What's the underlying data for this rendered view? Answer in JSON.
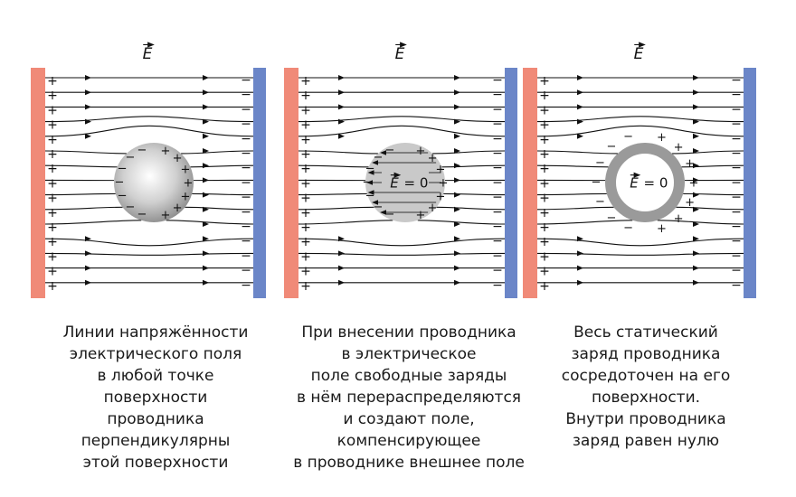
{
  "field_symbol": "E",
  "inner_field_label": "= 0",
  "plus_sign": "+",
  "minus_sign": "−",
  "colors": {
    "positive_plate": "#f08a78",
    "negative_plate": "#6b86c8",
    "field_line": "#111111",
    "solid_conductor": "#c4c4c4",
    "hollow_conductor": "#9a9a9a"
  },
  "panels": [
    {
      "caption": [
        "Линии напряжённости",
        "электрического поля",
        "в любой точке",
        "поверхности",
        "проводника",
        "перпендикулярны",
        "этой поверхности"
      ]
    },
    {
      "caption": [
        "При внесении проводника",
        "в электрическое",
        "поле свободные заряды",
        "в нём перераспределяются",
        "и создают поле,",
        "компенсирующее",
        "в проводнике внешнее поле"
      ]
    },
    {
      "caption": [
        "Весь статический",
        "заряд проводника",
        "сосредоточен на его",
        "поверхности.",
        "Внутри проводника",
        "заряд равен нулю"
      ]
    }
  ]
}
